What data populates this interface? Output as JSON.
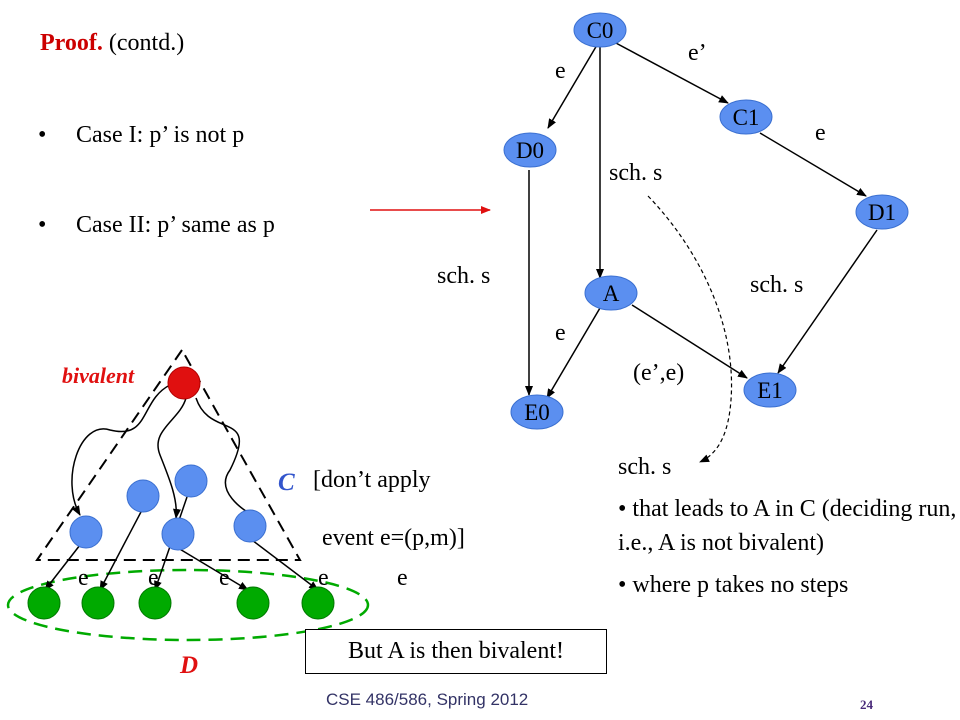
{
  "proof": {
    "bold": "Proof.",
    "rest": " (contd.)"
  },
  "bullets": [
    "Case I: p’ is not p",
    "Case II: p’ same as p"
  ],
  "graph": {
    "nodes": {
      "C0": "C0",
      "C1": "C1",
      "D0": "D0",
      "D1": "D1",
      "A": "A",
      "E0": "E0",
      "E1": "E1"
    },
    "edge_labels": {
      "c0_d0": "e",
      "c0_c1": "e’",
      "c1_d1": "e",
      "c0_a": "sch. s",
      "d0_e0": "sch. s",
      "d1_e1": "sch. s",
      "a_e0": "e",
      "a_e1": "(e’,e)"
    }
  },
  "right_text": {
    "sch": "sch. s",
    "b1": "• that leads to A in C (deciding run, i.e., A is not bivalent)",
    "b2": "• where p takes no steps"
  },
  "tree": {
    "bivalent": "bivalent",
    "c_label": "C",
    "d_label": "D",
    "dont_apply": "[don’t apply",
    "event": "event e=(p,m)]",
    "e_labels": [
      "e",
      "e",
      "e",
      "e",
      "e"
    ]
  },
  "box": "But A is then bivalent!",
  "footer": "CSE 486/586, Spring 2012",
  "page_number": "24",
  "colors": {
    "node_blue": "#5b8ff0",
    "red": "#e01010",
    "green": "#00aa00",
    "title_red": "#cc0000",
    "c_blue": "#3355cc"
  }
}
